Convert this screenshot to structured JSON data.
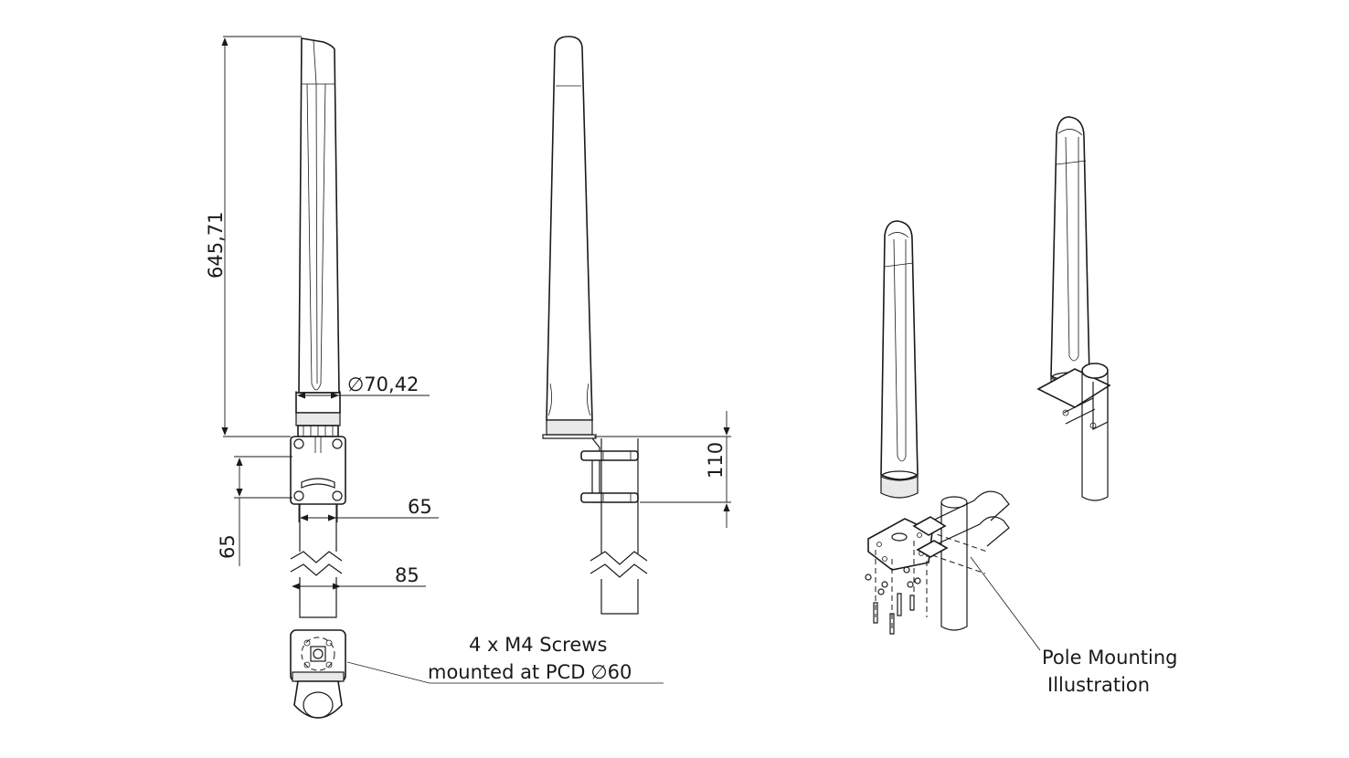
{
  "dimensions": {
    "height": "645,71",
    "diameter": "70,42",
    "bracket_width": "65",
    "bracket_height": "65",
    "pole_width": "85",
    "mount_spacing": "110"
  },
  "notes": {
    "screws_line1": "4 x M4 Screws",
    "screws_line2": "mounted at PCD",
    "screws_pcd": "60",
    "pole_line1": "Pole Mounting",
    "pole_line2": "Illustration"
  },
  "symbols": {
    "diameter": "∅"
  }
}
